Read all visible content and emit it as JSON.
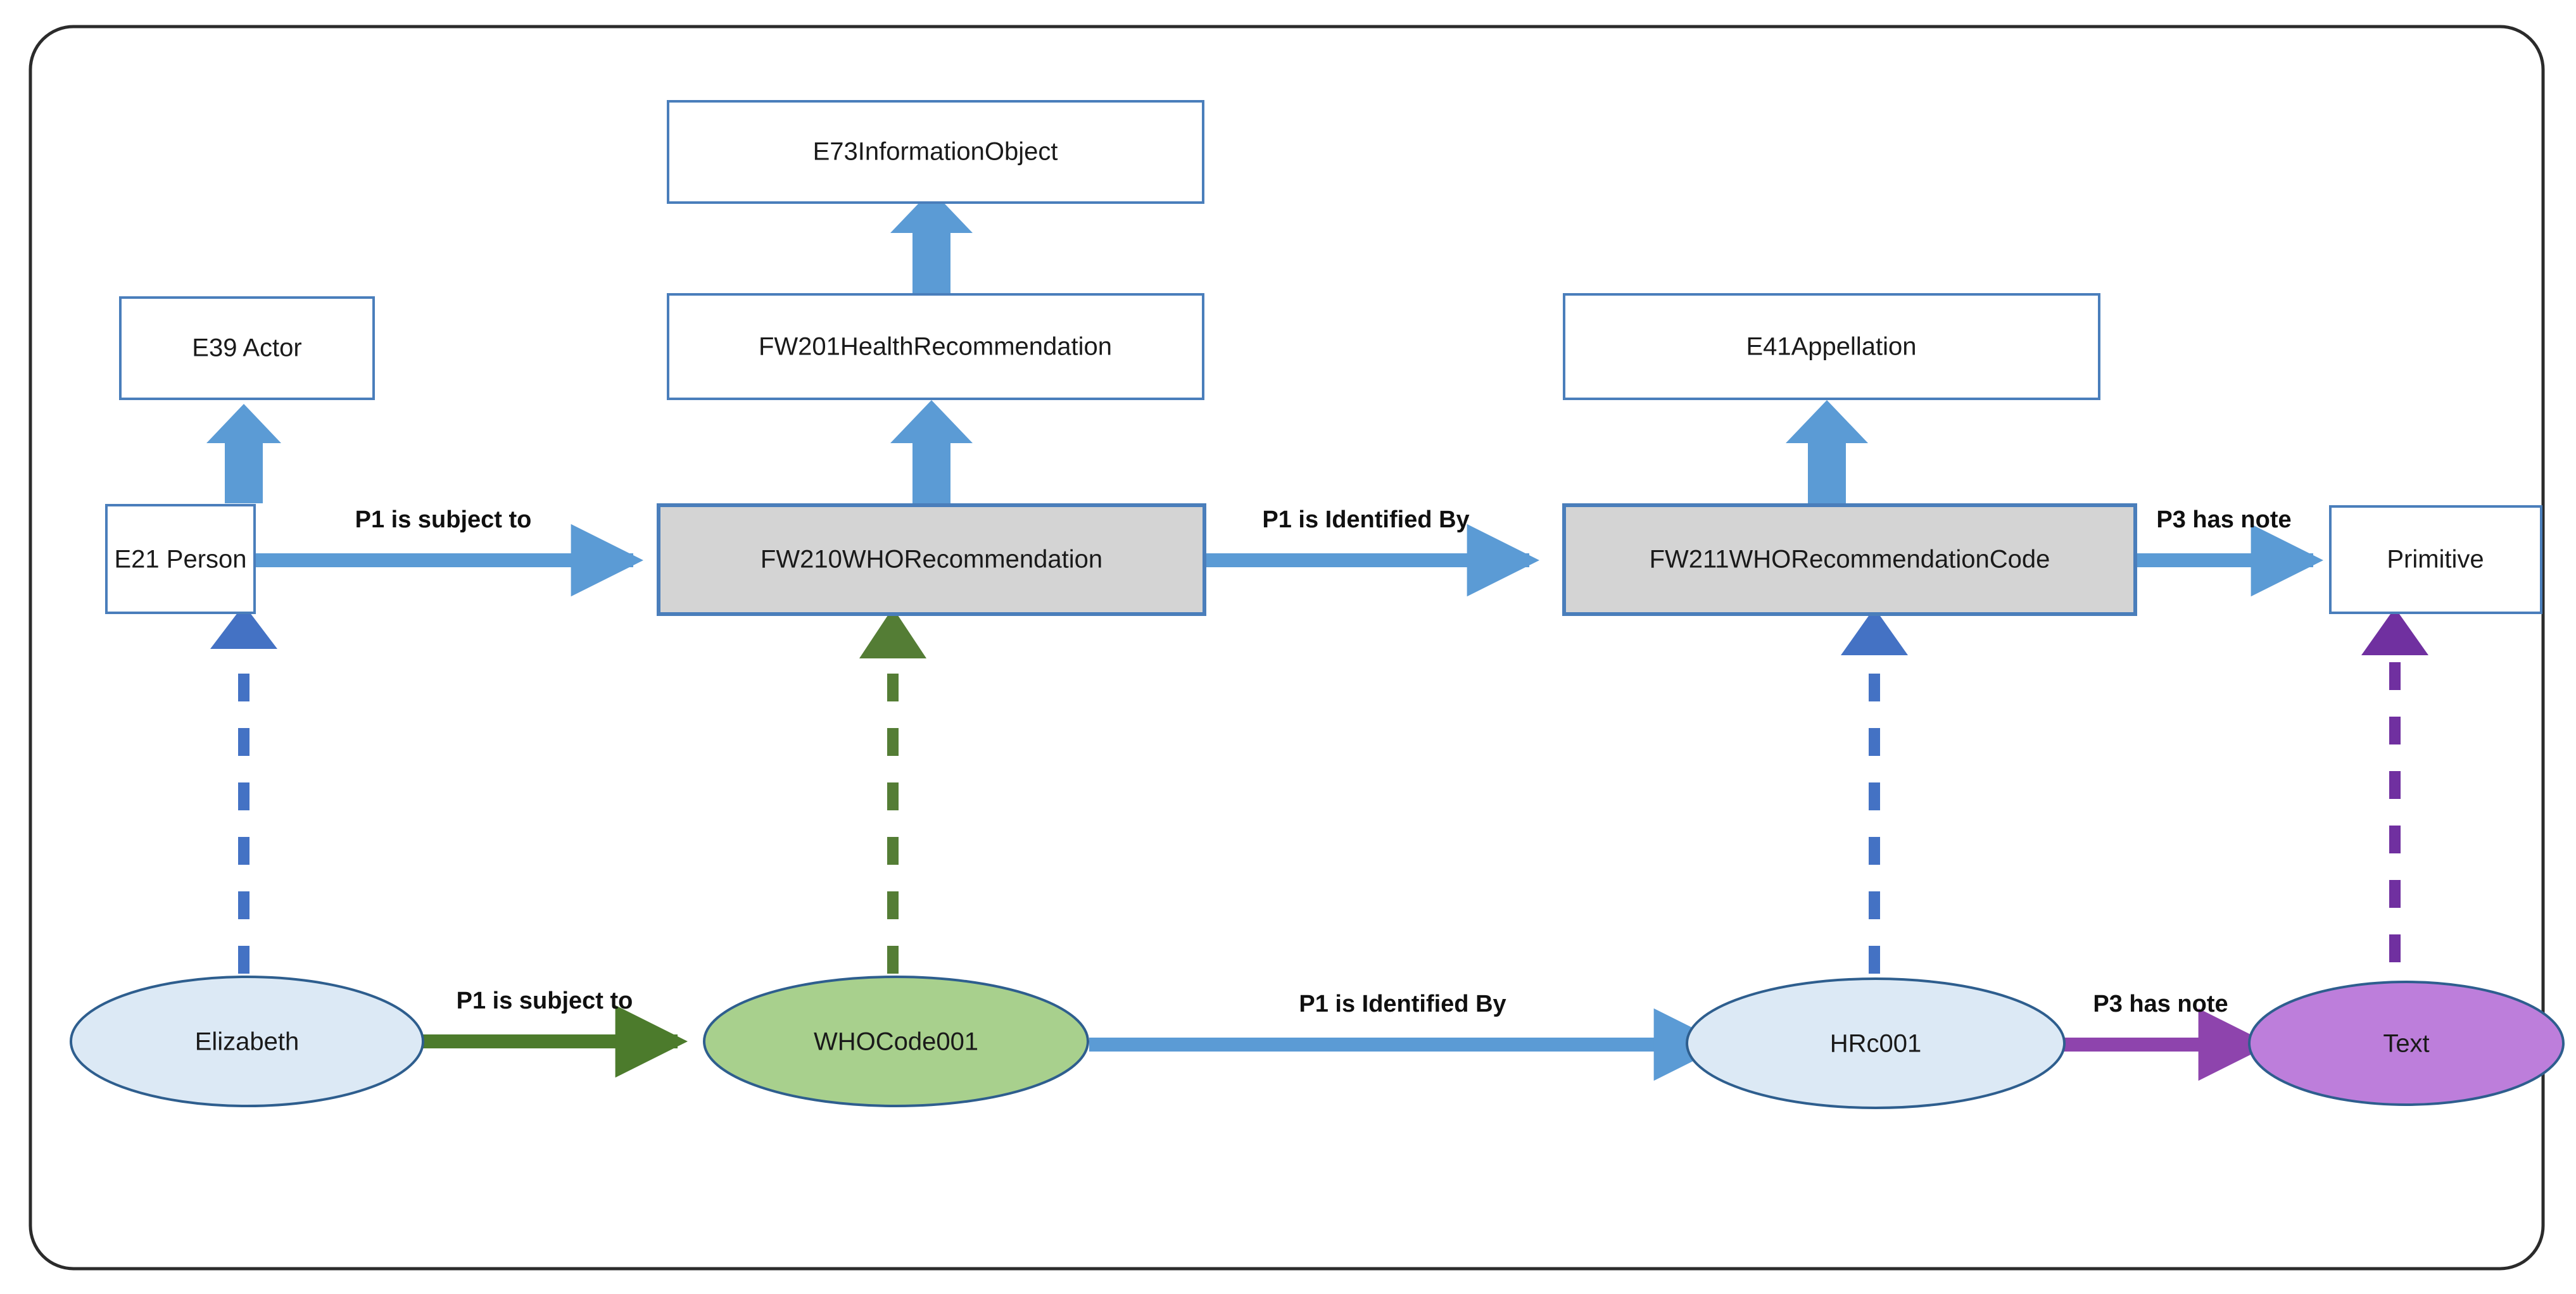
{
  "diagram": {
    "title": "WHO Recommendation ontology mapping",
    "frame": {
      "style": "rounded-rectangle",
      "border_color": "#2b2b2b"
    },
    "classes": [
      {
        "id": "e39",
        "label": "E39 Actor",
        "fill": "#ffffff",
        "border": "#4A7EBB"
      },
      {
        "id": "e73",
        "label": "E73InformationObject",
        "fill": "#ffffff",
        "border": "#4A7EBB"
      },
      {
        "id": "e41",
        "label": "E41Appellation",
        "fill": "#ffffff",
        "border": "#4A7EBB"
      },
      {
        "id": "fw201",
        "label": "FW201HealthRecommendation",
        "fill": "#ffffff",
        "border": "#4A7EBB"
      },
      {
        "id": "e21",
        "label": "E21 Person",
        "fill": "#ffffff",
        "border": "#4A7EBB"
      },
      {
        "id": "fw210",
        "label": "FW210WHORecommendation",
        "fill": "#D4D4D4",
        "border": "#4A7EBB"
      },
      {
        "id": "fw211",
        "label": "FW211WHORecommendationCode",
        "fill": "#D4D4D4",
        "border": "#4A7EBB"
      },
      {
        "id": "prim",
        "label": "Primitive",
        "fill": "#ffffff",
        "border": "#4A7EBB"
      }
    ],
    "instances": [
      {
        "id": "elizabeth",
        "label": "Elizabeth",
        "fill": "#DCE9F5",
        "border": "#2E5E8E"
      },
      {
        "id": "whocode",
        "label": "WHOCode001",
        "fill": "#A8D08D",
        "border": "#2E5E8E"
      },
      {
        "id": "hrc",
        "label": "HRc001",
        "fill": "#DCE9F5",
        "border": "#2E5E8E"
      },
      {
        "id": "text",
        "label": "Text",
        "fill": "#BD7EDB",
        "border": "#2E5E8E"
      }
    ],
    "property_labels": {
      "class_e21_to_fw210": "P1 is subject to",
      "class_fw210_to_fw211": "P1 is Identified By",
      "class_fw211_to_prim": "P3 has note",
      "inst_elizabeth_to_whocode": "P1 is subject to",
      "inst_whocode_to_hrc": "P1 is Identified By",
      "inst_hrc_to_text": "P3 has note"
    },
    "subclass_edges": [
      {
        "from": "e21",
        "to": "e39",
        "style": "solid-block-arrow",
        "color": "#5B9BD5"
      },
      {
        "from": "fw201",
        "to": "e73",
        "style": "solid-block-arrow",
        "color": "#5B9BD5"
      },
      {
        "from": "fw210",
        "to": "fw201",
        "style": "solid-block-arrow",
        "color": "#5B9BD5"
      },
      {
        "from": "fw211",
        "to": "e41",
        "style": "solid-block-arrow",
        "color": "#5B9BD5"
      }
    ],
    "instanceof_edges": [
      {
        "from": "elizabeth",
        "to": "e21",
        "style": "dashed-arrow",
        "color": "#4472C4"
      },
      {
        "from": "whocode",
        "to": "fw210",
        "style": "dashed-arrow",
        "color": "#547D35"
      },
      {
        "from": "hrc",
        "to": "fw211",
        "style": "dashed-arrow",
        "color": "#4472C4"
      },
      {
        "from": "text",
        "to": "prim",
        "style": "dashed-arrow",
        "color": "#7030A0"
      }
    ]
  }
}
